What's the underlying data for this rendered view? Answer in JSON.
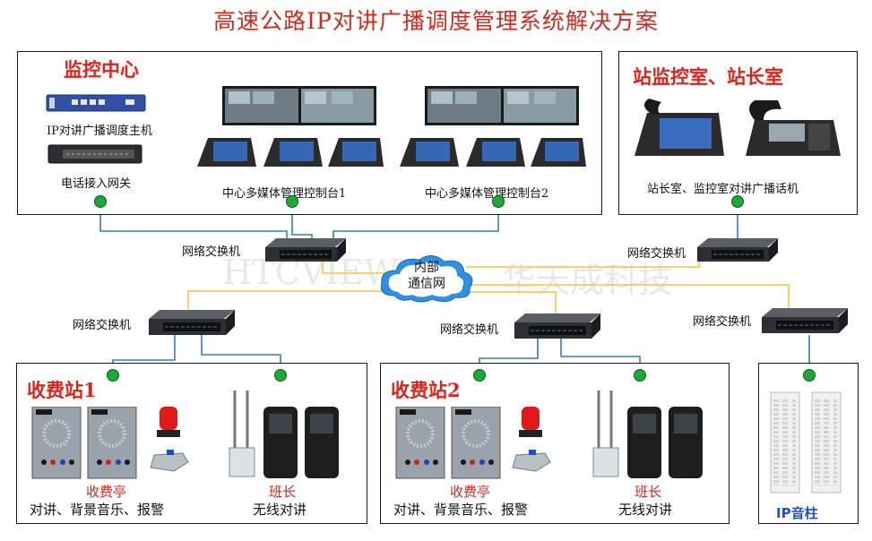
{
  "title": "高速公路IP对讲广播调度管理系统解决方案",
  "watermark": {
    "en": "HTCVIEW",
    "cn": "华天成科技"
  },
  "cloud": {
    "line1": "内部",
    "line2": "通信网"
  },
  "monitor_center": {
    "title": "监控中心",
    "host_label": "IP对讲广播调度主机",
    "gateway_label": "电话接入网关",
    "console1_label": "中心多媒体管理控制台1",
    "console2_label": "中心多媒体管理控制台2"
  },
  "station_room": {
    "title": "站监控室、站长室",
    "phone_label": "站长室、监控室对讲广播话机"
  },
  "switches": {
    "center": "网络交换机",
    "station_room": "网络交换机",
    "toll1": "网络交换机",
    "toll2": "网络交换机",
    "speaker": "网络交换机"
  },
  "toll_station_1": {
    "title": "收费站1",
    "booth_label": "收费亭",
    "booth_desc": "对讲、背景音乐、报警",
    "leader_label": "班长",
    "wireless_label": "无线对讲"
  },
  "toll_station_2": {
    "title": "收费站2",
    "booth_label": "收费亭",
    "booth_desc": "对讲、背景音乐、报警",
    "leader_label": "班长",
    "wireless_label": "无线对讲"
  },
  "speaker_column": {
    "label": "IP音柱"
  },
  "colors": {
    "title_red": "#d42a1e",
    "node_green": "#1fa83a",
    "link_blue": "#2f7fc1",
    "link_yellow": "#f3c640",
    "cloud_blue": "#2e90de"
  }
}
